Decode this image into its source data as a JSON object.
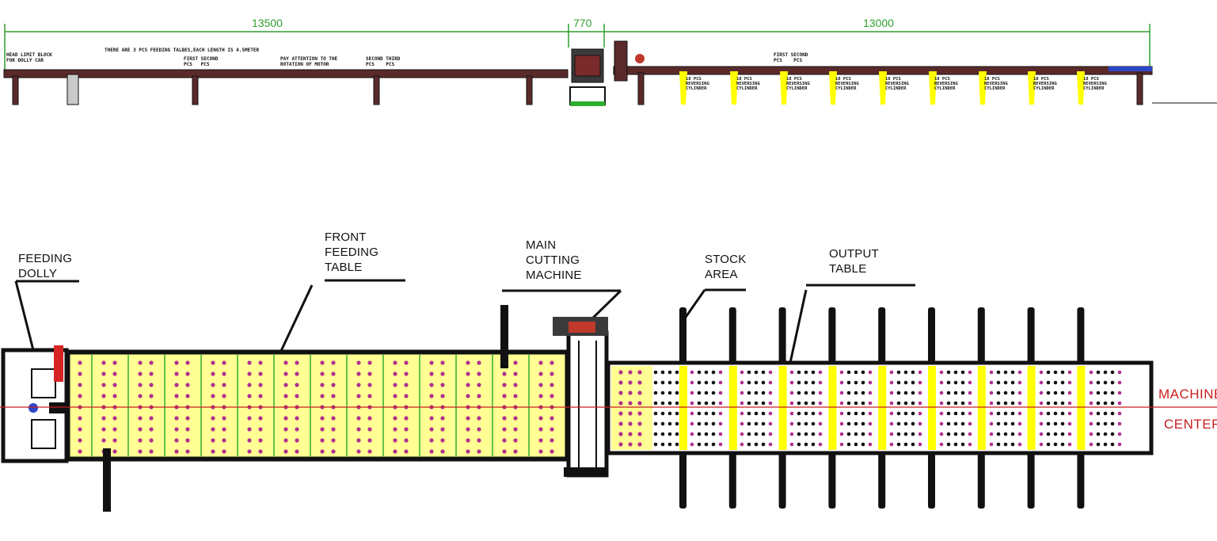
{
  "dimensions": {
    "left": "13500",
    "middle": "770",
    "right": "13000"
  },
  "side_notes": {
    "head_limit": "HEAD LIMIT BLOCK\nFOR DOLLY CAR",
    "feeding_tables": "THERE ARE 3 PCS FEEDING TALBES,EACH LENGTH IS 4.5METER",
    "first_second_left": "FIRST SECOND\nPCS   PCS",
    "attention": "PAY ATTENTION TO THE\nROTATION OF MOTOR",
    "second_third": "SECOND THIRD\nPCS    PCS",
    "first_second_right": "FIRST SECOND\nPCS    PCS",
    "cylinder_label": "18 PCS\nREVERSING\nCYLINDER"
  },
  "labels": {
    "feeding_dolly": "FEEDING\nDOLLY",
    "front_feeding_table": "FRONT\nFEEDING\nTABLE",
    "main_cutting_machine": "MAIN\nCUTTING\nMACHINE",
    "stock_area": "STOCK\nAREA",
    "output_table": "OUTPUT\nTABLE",
    "machine_center_1": "MACHINE",
    "machine_center_2": "CENTER"
  },
  "colors": {
    "yellow": "#ffff00",
    "green_dim": "#2f9e2f",
    "red_center": "#c81e1e",
    "magenta_roller": "#b0308f",
    "frame": "#1a1a1a"
  }
}
